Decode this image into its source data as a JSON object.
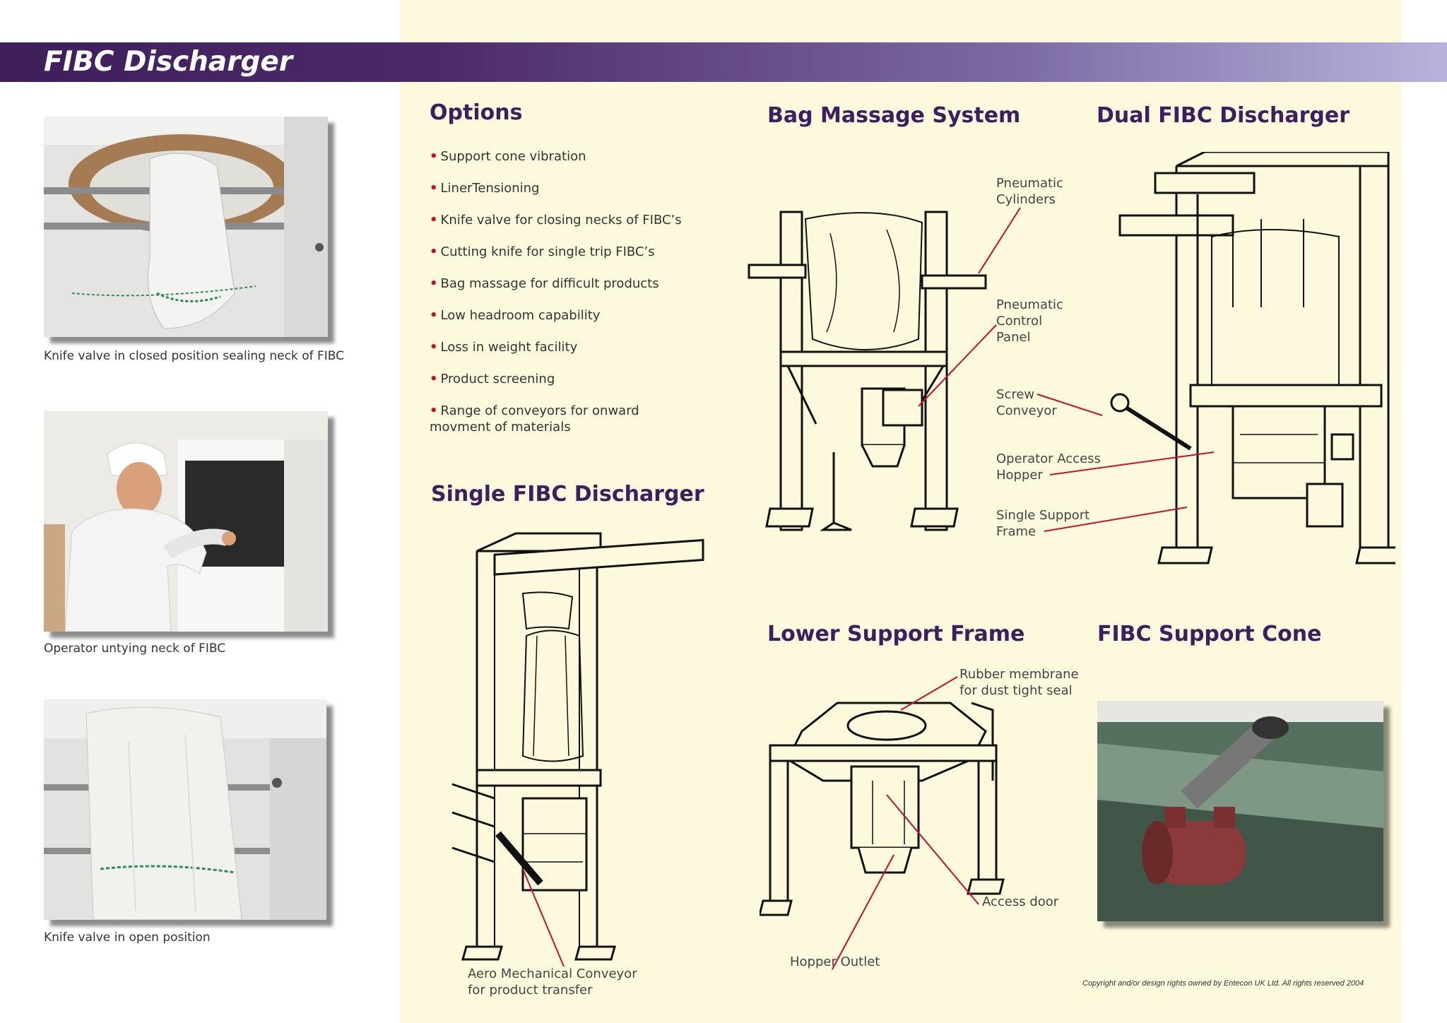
{
  "header": {
    "title": "FIBC Discharger",
    "band_colors": [
      "#3e1f5a",
      "#b8b3dc"
    ]
  },
  "photos": [
    {
      "caption": "Knife valve in closed position sealing neck of FIBC"
    },
    {
      "caption": "Operator untying neck of FIBC"
    },
    {
      "caption": "Knife valve in open position"
    }
  ],
  "options": {
    "heading": "Options",
    "items": [
      "Support cone vibration",
      "LinerTensioning",
      "Knife valve for closing necks of FIBC’s",
      "Cutting knife for single trip FIBC’s",
      "Bag massage for difficult products",
      "Low headroom capability",
      "Loss in weight facility",
      "Product screening",
      "Range of conveyors for onward movment of materials"
    ]
  },
  "single": {
    "heading": "Single FIBC Discharger",
    "label": [
      "Aero Mechanical Conveyor",
      "for product transfer"
    ]
  },
  "bag_massage": {
    "heading": "Bag Massage System"
  },
  "dual": {
    "heading": "Dual FIBC Discharger",
    "labels": {
      "cylinders": [
        "Pneumatic",
        "Cylinders"
      ],
      "control": [
        "Pneumatic",
        "Control",
        "Panel"
      ],
      "screw": [
        "Screw",
        "Conveyor"
      ],
      "hopper": [
        "Operator Access",
        "Hopper"
      ],
      "frame": [
        "Single Support",
        "Frame"
      ]
    }
  },
  "lower_frame": {
    "heading": "Lower Support Frame",
    "labels": {
      "membrane": [
        "Rubber membrane",
        "for dust tight seal"
      ],
      "door": "Access door",
      "outlet": "Hopper Outlet"
    }
  },
  "cone": {
    "heading": "FIBC Support Cone"
  },
  "footer": {
    "copyright": "Copyright and/or design rights owned by Entecon UK Ltd. All rights reserved 2004"
  },
  "colors": {
    "accent": "#c8102e",
    "heading": "#3b1f5e",
    "background": "#fdf9dc"
  }
}
